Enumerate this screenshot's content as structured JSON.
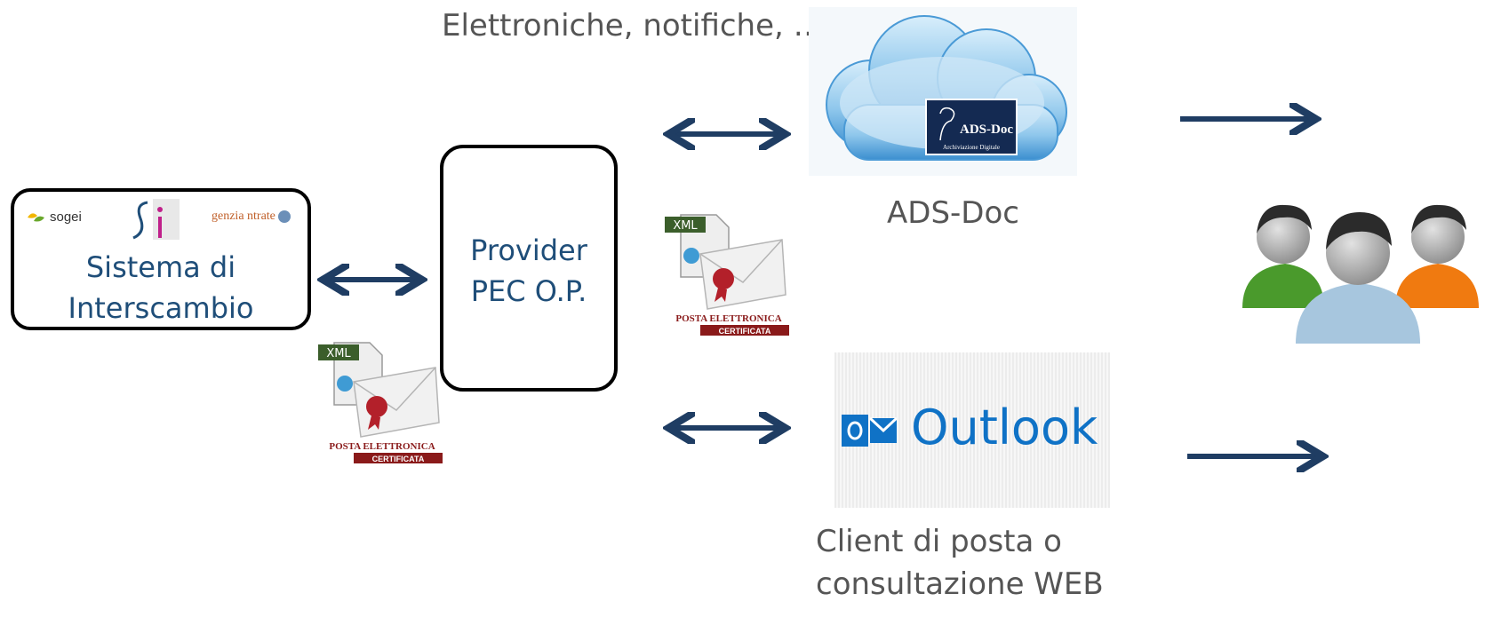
{
  "top_caption": "Elettroniche, notifiche, …",
  "sdi_box": {
    "label_line1": "Sistema di",
    "label_line2": "Interscambio",
    "logos": {
      "sogei": "sogei",
      "agenzia_entrate": "genzia ntrate"
    }
  },
  "provider_box": {
    "label_line1": "Provider",
    "label_line2": "PEC O.P."
  },
  "pec_badge": {
    "xml_tag": "XML",
    "line1": "POSTA ELETTRONICA",
    "line2": "CERTIFICATA"
  },
  "cloud": {
    "logo_text": "ADS-Doc",
    "logo_subtext": "Archiviazione Digitale"
  },
  "ads_label": "ADS-Doc",
  "outlook": {
    "text": "Outlook"
  },
  "client_label": {
    "line1": "Client di posta o",
    "line2": "consultazione WEB"
  },
  "colors": {
    "arrow": "#1f3d63",
    "label_blue": "#1f4e79",
    "caption_grey": "#555555",
    "outlook_blue": "#0f72c6"
  }
}
